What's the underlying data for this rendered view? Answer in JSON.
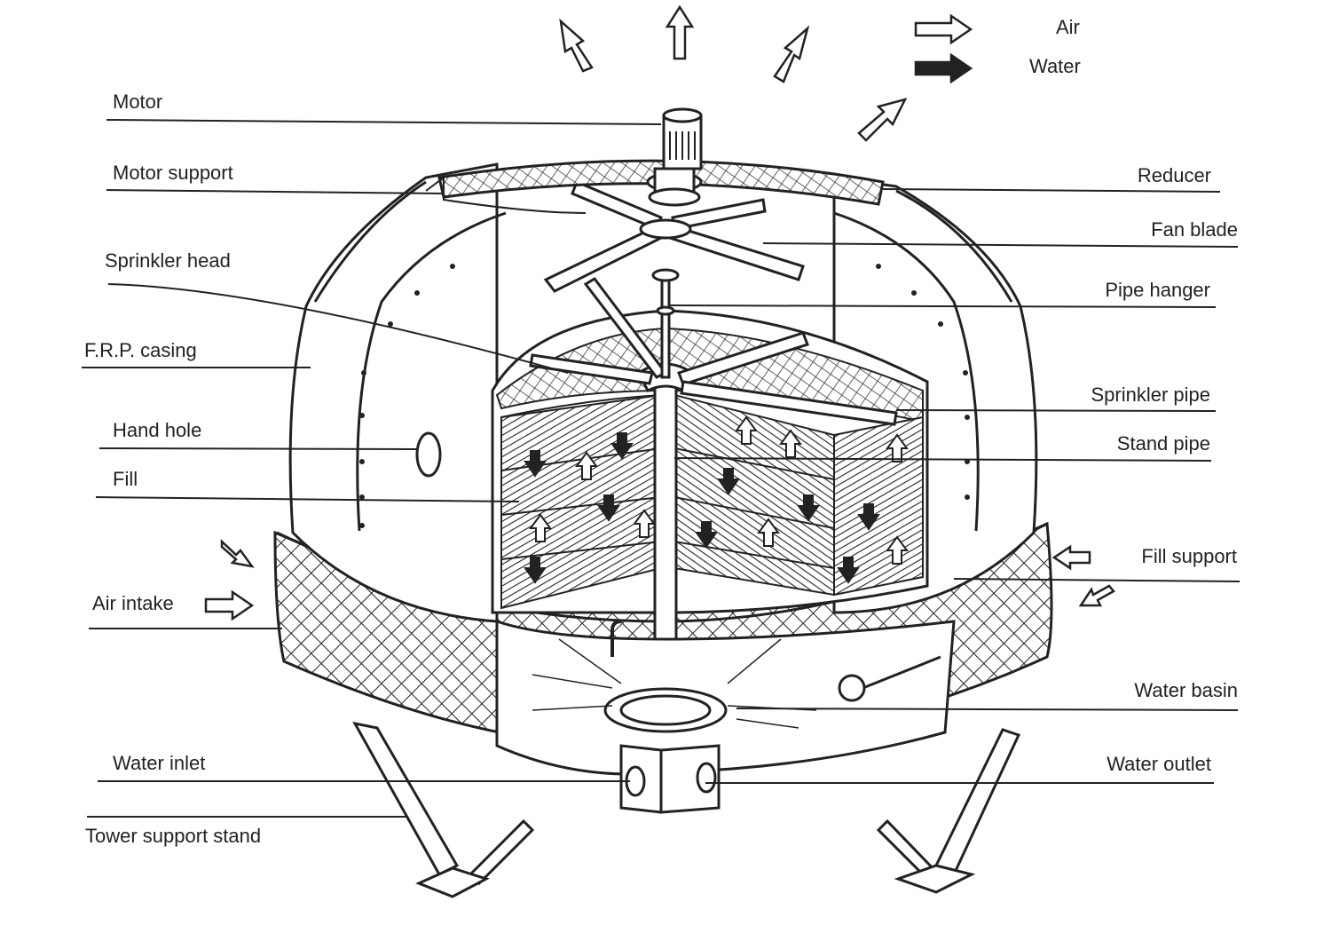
{
  "legend": {
    "air": "Air",
    "water": "Water"
  },
  "labels_left": {
    "motor": "Motor",
    "motor_support": "Motor support",
    "sprinkler_head": "Sprinkler head",
    "frp_casing": "F.R.P. casing",
    "hand_hole": "Hand hole",
    "fill": "Fill",
    "air_intake": "Air intake",
    "water_inlet": "Water inlet",
    "tower_support_stand": "Tower support stand"
  },
  "labels_right": {
    "reducer": "Reducer",
    "fan_blade": "Fan blade",
    "pipe_hanger": "Pipe hanger",
    "sprinkler_pipe": "Sprinkler pipe",
    "stand_pipe": "Stand pipe",
    "fill_support": "Fill support",
    "water_basin": "Water basin",
    "water_outlet": "Water outlet"
  }
}
